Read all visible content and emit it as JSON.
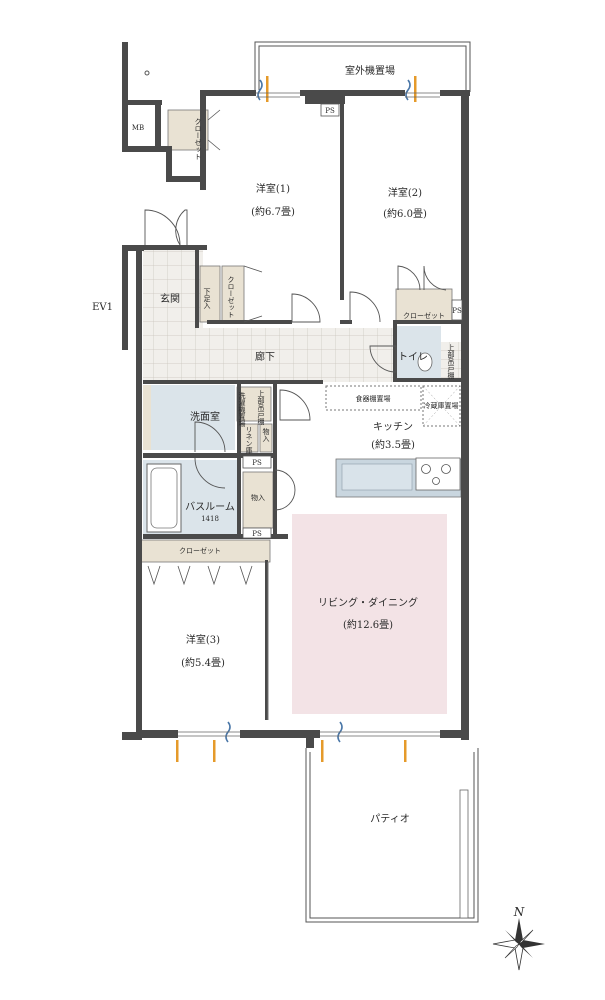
{
  "rooms": {
    "outdoor_unit": "室外機置場",
    "mb": "MB",
    "closet_top": "クローゼット",
    "western1_name": "洋室(1)",
    "western1_size": "(約6.7畳)",
    "western2_name": "洋室(2)",
    "western2_size": "(約6.0畳)",
    "ps": "PS",
    "entrance": "玄関",
    "shoe_box": "下足入",
    "closet_entry": "クローゼット",
    "ev": "EV1",
    "closet_room2": "クローゼット",
    "toilet": "トイレ",
    "toilet_shelf": "上部吊戸棚",
    "hallway": "廊下",
    "washroom": "洗面室",
    "washer": "洗濯機置場",
    "upper_cabinet": "上部吊戸棚",
    "linen": "リネン庫",
    "storage1": "物入",
    "pantry": "食器棚置場",
    "fridge": "冷蔵庫置場",
    "kitchen_name": "キッチン",
    "kitchen_size": "(約3.5畳)",
    "storage2": "物入",
    "bathroom_name": "バスルーム",
    "bathroom_size": "1418",
    "closet_room3": "クローゼット",
    "living_name": "リビング・ダイニング",
    "living_size": "(約12.6畳)",
    "western3_name": "洋室(3)",
    "western3_size": "(約5.4畳)",
    "patio": "パティオ"
  },
  "compass": {
    "north": "N"
  },
  "colors": {
    "wall": "#4a4a4a",
    "floor_tile": "#f1efeb",
    "closet_fill": "#e9e2d3",
    "wet_area": "#dbe4ea",
    "kitchen_counter": "#c9d6df",
    "living_highlight": "#f3e3e6",
    "window_orange": "#e59a2a",
    "window_blue": "#4a77a8"
  }
}
